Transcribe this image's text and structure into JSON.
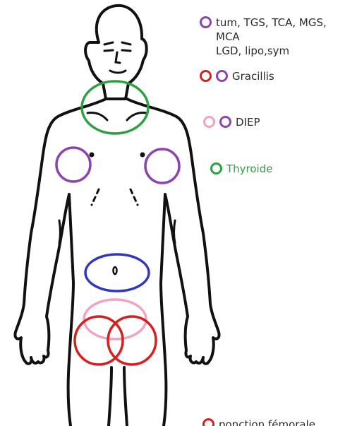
{
  "colors": {
    "purple": "#8e44ad",
    "red": "#d62020",
    "pink": "#f0a3c0",
    "green": "#2ea043",
    "blue": "#2f36c0",
    "outline": "#111111",
    "legend_text": "#2b2b2b"
  },
  "legend": {
    "purple": {
      "line1": "tum, TGS, TCA, MGS, MCA",
      "line2": "LGD, lipo,sym"
    },
    "gracilis": {
      "label": "Gracillis"
    },
    "diep": {
      "label": "DIEP"
    },
    "thyroid": {
      "label": "Thyroide"
    },
    "femoral": {
      "label": "ponction fémorale"
    }
  }
}
